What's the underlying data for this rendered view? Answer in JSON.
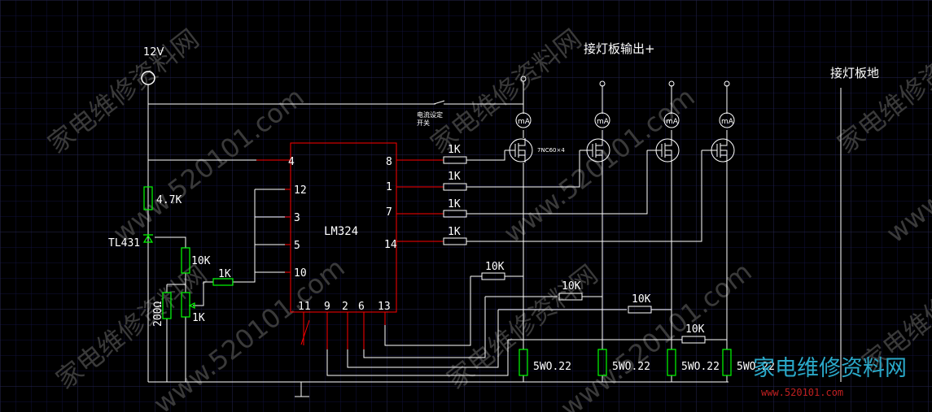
{
  "labels": {
    "supply": "12V",
    "output_pos": "接灯板输出+",
    "output_gnd": "接灯板地",
    "switch_line1": "电流设定",
    "switch_line2": "开关",
    "mosfet_note": "7NC60×4",
    "ic_name": "LM324",
    "meter": "mA",
    "r_4k7": "4.7K",
    "tl431": "TL431",
    "r_10k": "10K",
    "r_1k": "1K",
    "r_200": "200Ω",
    "r_5w": "5WO.22",
    "watermark": "家电维修资料网",
    "watermark_url": "www.520101.com",
    "logo_text": "家电维修资料网",
    "logo_url": "www.520101.com"
  },
  "ic_pins": {
    "left": [
      "4",
      "12",
      "3",
      "5",
      "10"
    ],
    "right": [
      "8",
      "1",
      "7",
      "14"
    ],
    "bottom": [
      "11",
      "9",
      "2",
      "6",
      "13"
    ]
  },
  "colors": {
    "background": "#000000",
    "grid_minor": "#0f0f2a",
    "grid_major": "#2a2a55",
    "wire": "#ffffff",
    "component": "#00ff00",
    "ic_outline": "#ff0000",
    "lead": "#ff0000"
  }
}
